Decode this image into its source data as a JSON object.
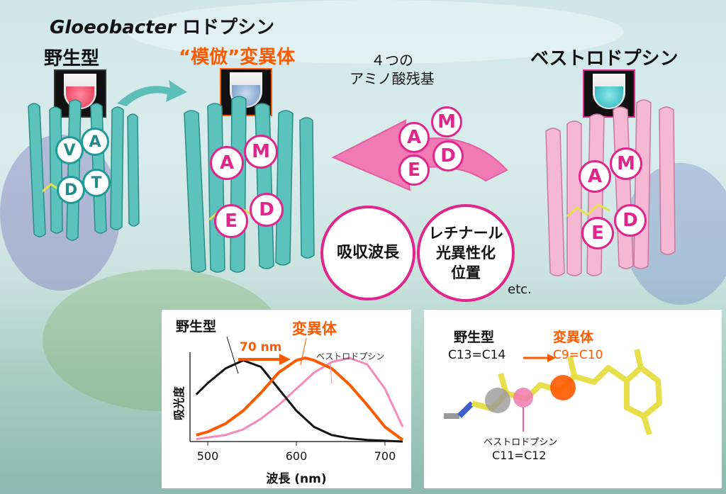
{
  "header": {
    "title_italic": "Gloeobacter",
    "title_rest": " ロドプシン",
    "wild_label": "野生型",
    "mimic_label": "“模倣”変異体",
    "best_label": "ベストロドプシン",
    "four_residues_line1": "４つの",
    "four_residues_line2": "アミノ酸残基"
  },
  "residues": {
    "wild": [
      "V",
      "A",
      "D",
      "T"
    ],
    "mimic": [
      "A",
      "M",
      "E",
      "D"
    ],
    "arrow": [
      "A",
      "M",
      "E",
      "D"
    ],
    "best": [
      "A",
      "M",
      "E",
      "D"
    ]
  },
  "properties": {
    "absorption": "吸収波長",
    "retinal_line1": "レチナール",
    "retinal_line2": "光異性化",
    "retinal_line3": "位置",
    "etc": "etc."
  },
  "chart_data": {
    "type": "line",
    "title": "",
    "xlabel": "波長 (nm)",
    "ylabel": "吸光度",
    "xlim": [
      480,
      720
    ],
    "ylim": [
      0,
      1.1
    ],
    "x_ticks": [
      500,
      600,
      700
    ],
    "annotation_shift": "70 nm",
    "series": [
      {
        "name": "野生型",
        "color": "#111111",
        "x": [
          487,
          500,
          520,
          540,
          560,
          580,
          600,
          620,
          640,
          660,
          680,
          700,
          720
        ],
        "y": [
          0.58,
          0.72,
          0.9,
          1.0,
          0.92,
          0.65,
          0.38,
          0.18,
          0.08,
          0.04,
          0.02,
          0.01,
          0.0
        ]
      },
      {
        "name": "変異体",
        "color": "#ff5a00",
        "x": [
          487,
          500,
          520,
          540,
          560,
          580,
          600,
          610,
          620,
          640,
          660,
          680,
          700,
          720
        ],
        "y": [
          0.08,
          0.12,
          0.22,
          0.38,
          0.6,
          0.85,
          1.0,
          1.03,
          1.0,
          0.9,
          0.7,
          0.45,
          0.18,
          0.02
        ]
      },
      {
        "name": "ベストロドプシン",
        "color": "#f48bb8",
        "x": [
          487,
          500,
          520,
          540,
          560,
          580,
          600,
          620,
          640,
          660,
          680,
          700,
          720
        ],
        "y": [
          0.03,
          0.05,
          0.08,
          0.15,
          0.28,
          0.45,
          0.65,
          0.85,
          0.98,
          1.03,
          0.95,
          0.65,
          0.18
        ]
      }
    ]
  },
  "isomer": {
    "wild_label": "野生型",
    "wild_bond": "C13=C14",
    "mutant_label": "変異体",
    "mutant_bond": "C9=C10",
    "best_label": "ベストロドプシン",
    "best_bond": "C11=C12"
  },
  "colors": {
    "teal": "#3fb5ad",
    "pink": "#e0268c",
    "orange": "#ff5a00",
    "light_pink": "#f4b8d3",
    "retinal_yellow": "#e6df4a"
  }
}
